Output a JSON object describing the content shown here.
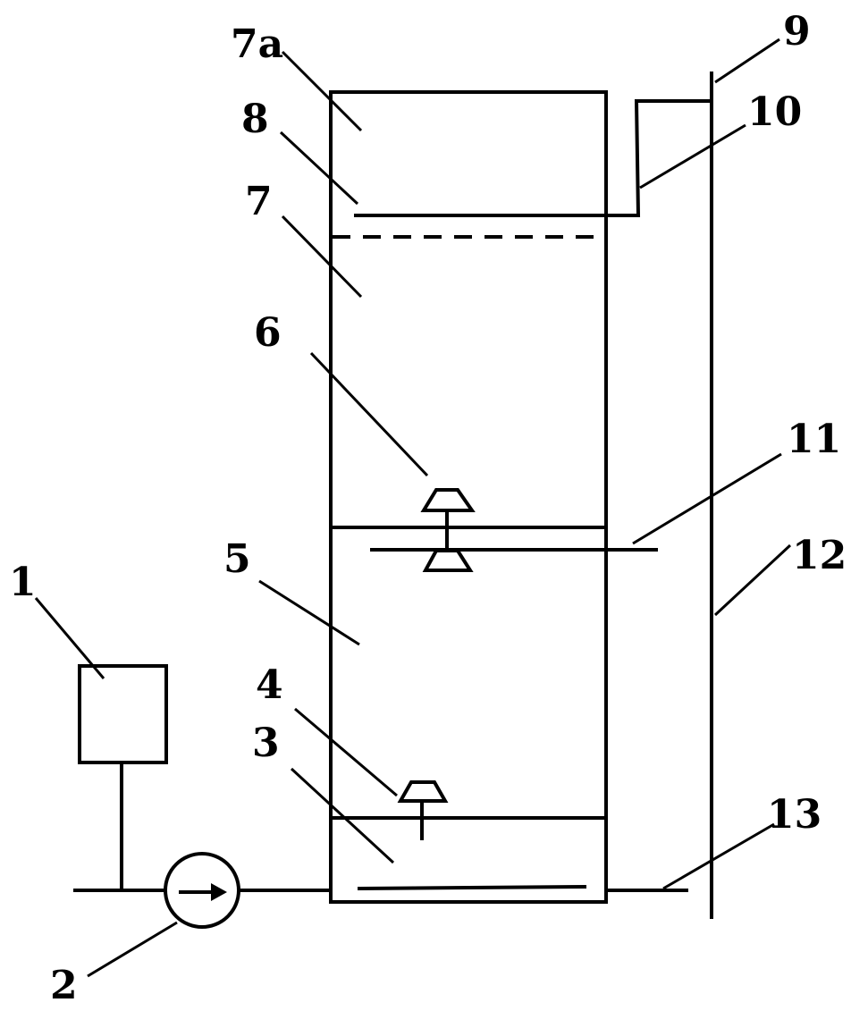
{
  "labels": {
    "l1": "1",
    "l2": "2",
    "l3": "3",
    "l4": "4",
    "l5": "5",
    "l6": "6",
    "l7": "7",
    "l7a": "7a",
    "l8": "8",
    "l9": "9",
    "l10": "10",
    "l11": "11",
    "l12": "12",
    "l13": "13"
  }
}
